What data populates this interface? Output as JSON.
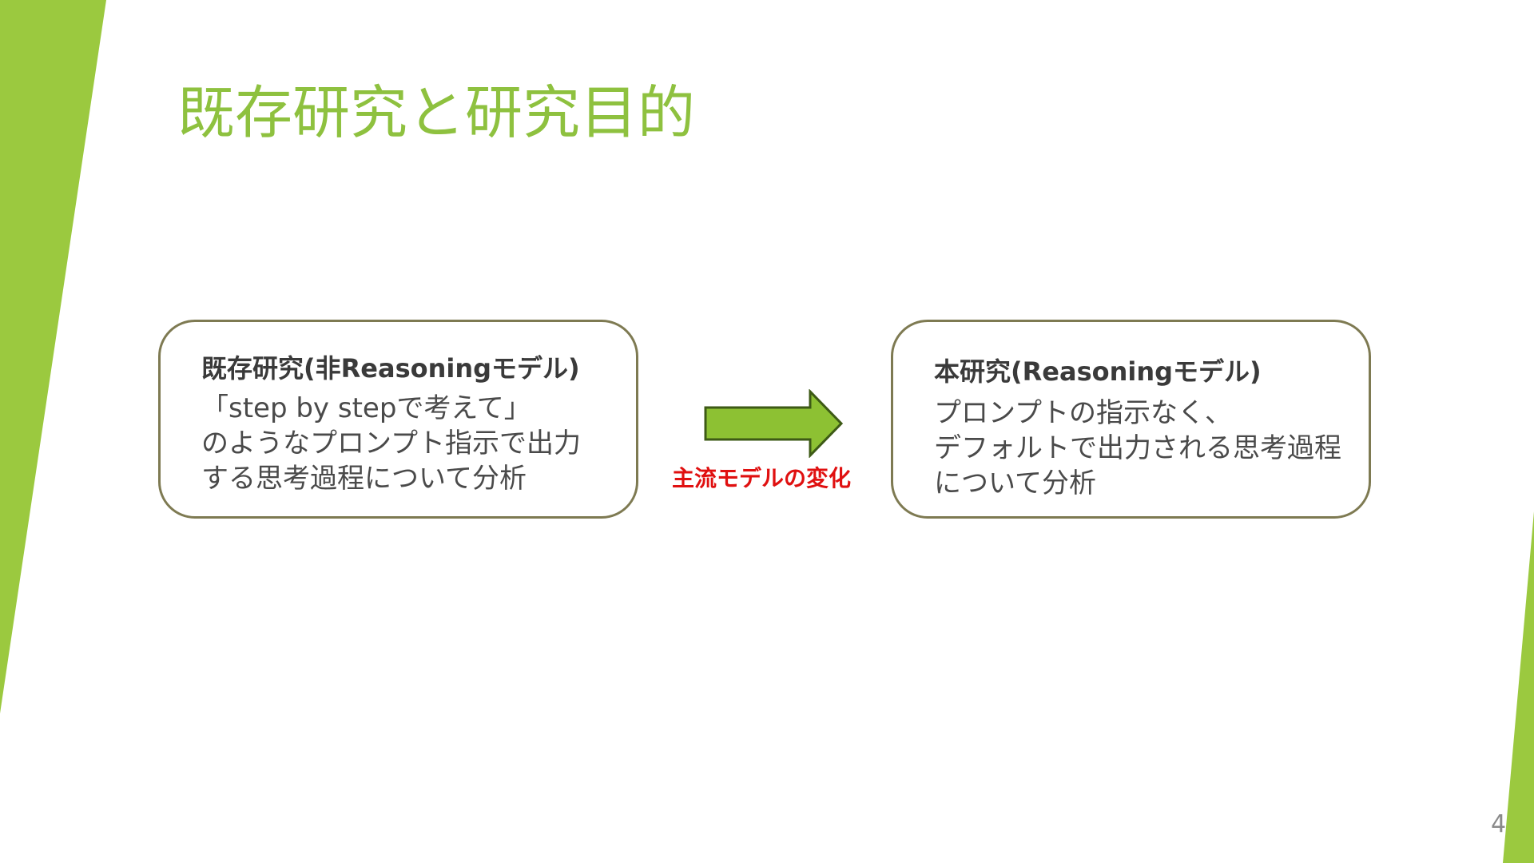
{
  "slide": {
    "title": "既存研究と研究目的",
    "page_number": "4"
  },
  "left_box": {
    "heading": "既存研究(非Reasoningモデル)",
    "lines": [
      "「step by stepで考えて」",
      "のようなプロンプト指示で出力",
      "する思考過程について分析"
    ]
  },
  "right_box": {
    "heading": "本研究(Reasoningモデル)",
    "lines": [
      "プロンプトの指示なく、",
      "デフォルトで出力される思考過程",
      "について分析"
    ]
  },
  "transition": {
    "label": "主流モデルの変化",
    "label_color": "#e01010",
    "arrow_icon": "right-arrow-icon"
  },
  "colors": {
    "accent": "#8ec13f",
    "box_border": "#7e7a52",
    "arrow_fill": "#8dc133",
    "arrow_stroke": "#3d5a16"
  }
}
